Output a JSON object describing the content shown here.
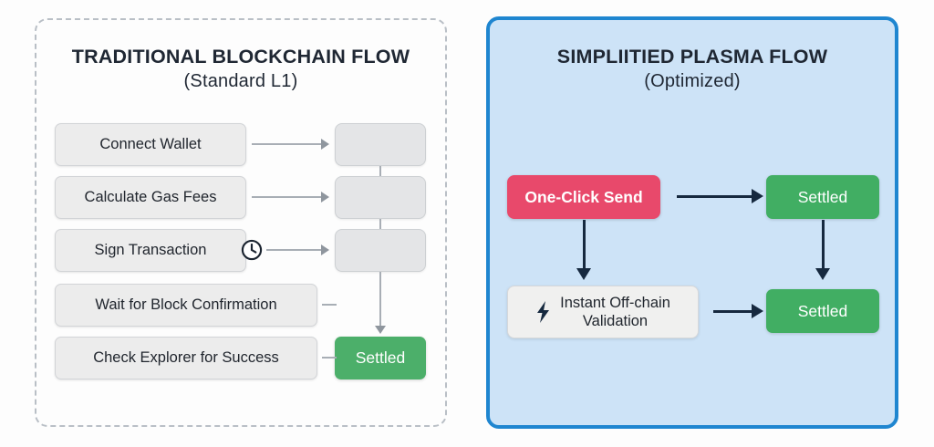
{
  "canvas": {
    "background": "#fdfdfd"
  },
  "left_panel": {
    "title": "TRADITIONAL BLOCKCHAIN FLOW",
    "subtitle": "(Standard L1)",
    "border_color": "#b9bfc6",
    "border_style": "dashed",
    "steps": [
      {
        "label": "Connect Wallet"
      },
      {
        "label": "Calculate Gas Fees"
      },
      {
        "label": "Sign Transaction",
        "icon": "clock-icon"
      },
      {
        "label": "Wait for Block Confirmation"
      },
      {
        "label": "Check Explorer for Success"
      }
    ],
    "placeholders": [
      {
        "label": ""
      },
      {
        "label": ""
      },
      {
        "label": ""
      }
    ],
    "settled_label": "Settled",
    "settled_color": "#4caf6a",
    "connector_color": "#a8aeb5"
  },
  "right_panel": {
    "title": "SIMPLIITIED PLASMA FLOW",
    "subtitle": "(Optimized)",
    "border_color": "#1f86d0",
    "fill_color": "#cde3f7",
    "nodes": {
      "send_label": "One-Click Send",
      "send_color": "#e8496b",
      "validate_line1": "Instant Off-chain",
      "validate_line2": "Validation",
      "validate_icon": "lightning-bolt-icon",
      "settled_top_label": "Settled",
      "settled_bottom_label": "Settled",
      "settled_color": "#41ae63"
    },
    "connector_color": "#16293f"
  }
}
